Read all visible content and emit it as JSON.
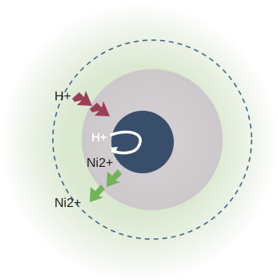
{
  "diagram": {
    "labels": {
      "h_outer": "H+",
      "h_inner": "H+",
      "ni_inner": "Ni2+",
      "ni_outer": "Ni2+"
    },
    "colors": {
      "outer_halo_center": "#dce9d2",
      "outer_halo_edge": "#ffffff",
      "shell_gray": "#d1cdd0",
      "core_navy": "#394e6b",
      "dashed_ring": "#3f6789",
      "proton_arrow": "#9b3f57",
      "nickel_arrow": "#73b35a",
      "rotation_arrow": "#ffffff",
      "text_dark": "#1f1f1f"
    },
    "icons": {
      "proton_arrows": "arrow-right-down-icon",
      "nickel_arrows": "arrow-left-down-icon",
      "rotation": "rotate-arrow-icon"
    }
  }
}
